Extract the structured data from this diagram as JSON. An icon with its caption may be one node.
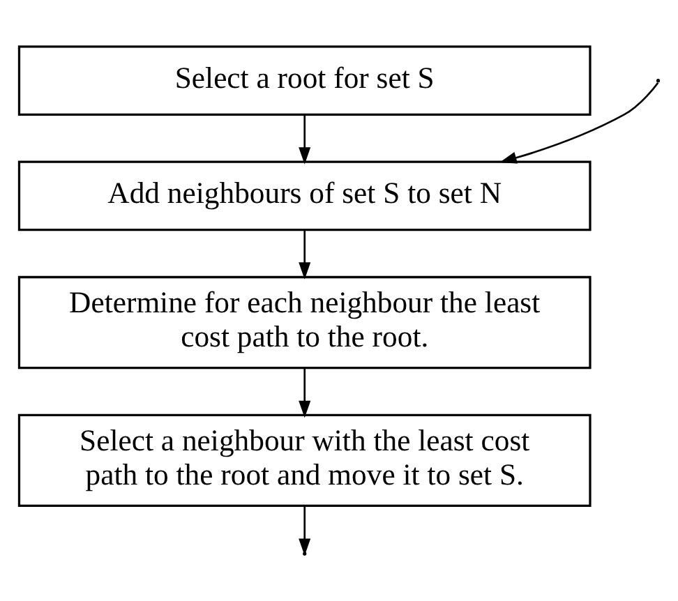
{
  "diagram": {
    "nodes": [
      {
        "text": [
          "Select a root for set S"
        ]
      },
      {
        "text": [
          "Add neighbours of set S to set N"
        ]
      },
      {
        "text": [
          "Determine for each neighbour the least cost path to the root."
        ]
      },
      {
        "text": [
          "Select a neighbour with the least cost path to the root and move it to set S."
        ]
      }
    ],
    "edges": [
      {
        "from": 0,
        "to": 1,
        "arrow": "to"
      },
      {
        "from": 1,
        "to": 2,
        "arrow": "to"
      },
      {
        "from": 2,
        "to": 3,
        "arrow": "to"
      },
      {
        "from": 3,
        "to": null,
        "arrow": "to"
      },
      {
        "from": null,
        "to": 1,
        "arrow": "to"
      }
    ]
  }
}
